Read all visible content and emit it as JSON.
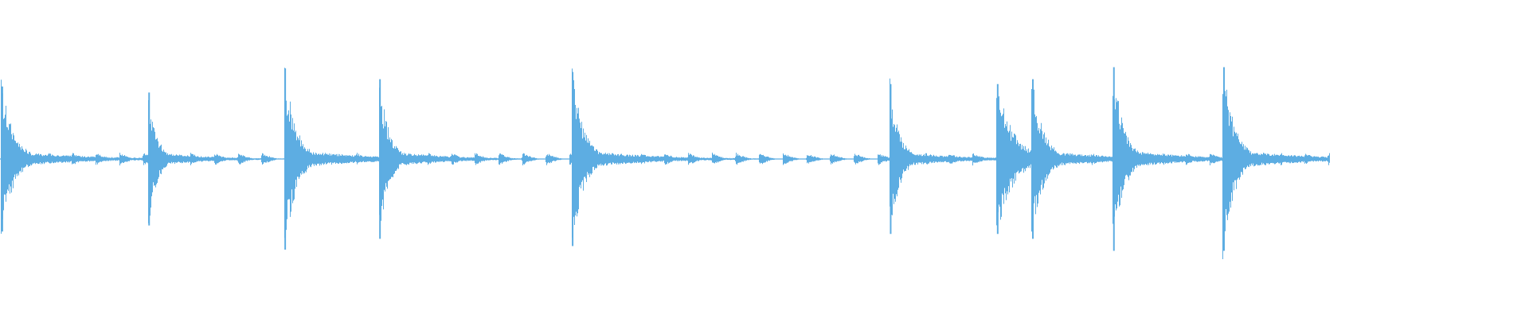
{
  "waveform": {
    "color": "#5dade2",
    "background": "#ffffff",
    "audio_extent_fraction": 0.87,
    "transients": [
      {
        "position": 0.001,
        "peak": 0.6,
        "decay": 0.26
      },
      {
        "position": 0.097,
        "peak": 0.55,
        "decay": 0.18
      },
      {
        "position": 0.186,
        "peak": 0.75,
        "decay": 0.24
      },
      {
        "position": 0.248,
        "peak": 0.66,
        "decay": 0.2
      },
      {
        "position": 0.374,
        "peak": 0.72,
        "decay": 0.24
      },
      {
        "position": 0.582,
        "peak": 0.62,
        "decay": 0.2
      },
      {
        "position": 0.652,
        "peak": 0.62,
        "decay": 0.34
      },
      {
        "position": 0.675,
        "peak": 0.66,
        "decay": 0.24
      },
      {
        "position": 0.728,
        "peak": 0.76,
        "decay": 0.22
      },
      {
        "position": 0.8,
        "peak": 0.76,
        "decay": 0.24
      }
    ],
    "pulse_spacing_fraction": 0.0155,
    "baseline_pulse_level": 0.055
  }
}
